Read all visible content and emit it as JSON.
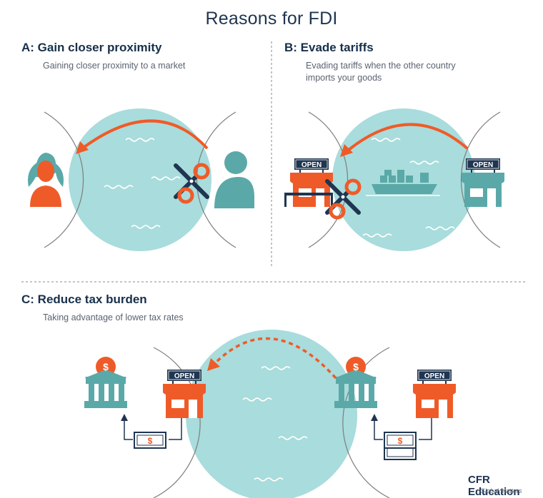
{
  "page": {
    "title": "Reasons for FDI"
  },
  "sections": [
    {
      "key": "A",
      "title": "A:  Gain closer proximity",
      "description": "Gaining closer proximity to a market"
    },
    {
      "key": "B",
      "title": "B:  Evade tariffs",
      "description_lines": [
        "Evading tariffs when the other country",
        "imports your goods"
      ]
    },
    {
      "key": "C",
      "title": "C:  Reduce tax burden",
      "description": "Taking advantage of lower tax rates"
    }
  ],
  "signs": {
    "open": "OPEN"
  },
  "icons": {
    "dollar_symbol": "$"
  },
  "logo": {
    "main": "CFR Education",
    "tagline": "Global Matters"
  },
  "colors": {
    "water": "#a9dcdc",
    "orange": "#ef5b28",
    "teal": "#5aa9a8",
    "navy": "#1f3550",
    "gray_line": "#7d7d7d"
  }
}
